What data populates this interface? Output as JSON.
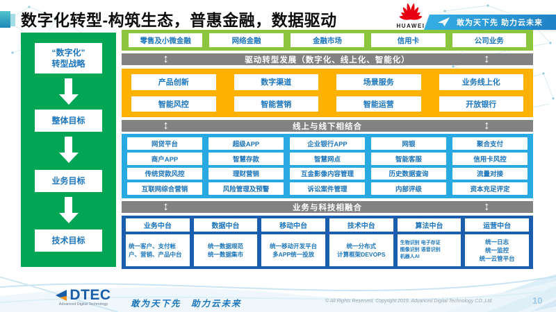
{
  "page": {
    "title": "数字化转型-构筑生态，普惠金融，数据驱动",
    "page_number": "10",
    "copyright": "© All Rights Reserved. Copyright 2019. Advanced Digital Technology CO.,Ltd",
    "footer_slogan": "敢为天下先　助力云未来"
  },
  "brand": {
    "huawei_label": "HUAWEI",
    "header_slogan": "敢为天下先 助力云未来",
    "dtec_label": "DTEC",
    "dtec_sub": "Advanced Digital Technology"
  },
  "icons": {
    "updown_arrow": "↕",
    "down_arrow": "↓",
    "paper_plane": "send-plane",
    "huawei_flower": "huawei-logo"
  },
  "colors": {
    "sidebar_green": "#00a653",
    "band_light_green": "#8cc63f",
    "band_yellow": "#fdb100",
    "band_cyan": "#29a9e1",
    "band_dark_blue": "#1b5ead",
    "banner_gray": "#828282",
    "box_text_blue": "#1b75bc",
    "huawei_red": "#e60012"
  },
  "sidebar": {
    "items": [
      "“数字化”\n转型战略",
      "整体目标",
      "业务目标",
      "技术目标"
    ]
  },
  "business_lines": [
    "零售及小微金融",
    "网络金融",
    "金融市场",
    "信用卡",
    "公司业务"
  ],
  "banners": {
    "drive": "驱动转型发展（数字化、线上化、智能化）",
    "online_offline": "线上与线下相结合",
    "biz_tech": "业务与科技相融合"
  },
  "transform_capabilities": [
    "产品创新",
    "数字渠道",
    "场景服务",
    "业务线上化",
    "智能风控",
    "智能营销",
    "智能运营",
    "开放银行"
  ],
  "applications": [
    "网贷平台",
    "超级APP",
    "企业银行APP",
    "网银",
    "聚合支付",
    "商户APP",
    "智慧存款",
    "智慧网点",
    "智能客服",
    "信用卡风控",
    "传统贷款风控",
    "理财营销",
    "互金影像内容管理",
    "历史数据查询",
    "流量对接",
    "互联网综合营销",
    "风险管理及预警",
    "诉讼案件管理",
    "内部评级",
    "资本充足评定"
  ],
  "platforms": [
    {
      "title": "业务中台",
      "content": "统一客户、支付帐户、营销、产品中台"
    },
    {
      "title": "数据中台",
      "content": "统一数据规范\n统一数据集市"
    },
    {
      "title": "移动中台",
      "content": "统一移动开发平台\n多APP统一投放"
    },
    {
      "title": "技术中台",
      "content": "统一分布式\n计算框架DEVOPS"
    },
    {
      "title": "算法中台",
      "content": "生物识别 电子存证\n图像识别 语音识别\n机器人AI"
    },
    {
      "title": "运营中台",
      "content": "统一日志\n统一监控\n统一云管平台"
    }
  ]
}
